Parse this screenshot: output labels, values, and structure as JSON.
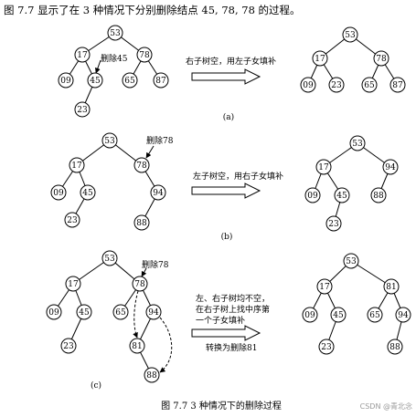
{
  "intro_text": "图 7.7 显示了在 3 种情况下分别删除结点 45, 78, 78 的过程。",
  "figure_caption": "图 7.7   3 种情况下的删除过程",
  "watermark": "CSDN @青北念",
  "panels": [
    {
      "id": "a",
      "label": "(a)",
      "delete_note": "删除45",
      "description": [
        "右子树空，用左子女填补"
      ],
      "before_nodes": [
        "53",
        "17",
        "78",
        "09",
        "45",
        "65",
        "87",
        "23"
      ],
      "after_nodes": [
        "53",
        "17",
        "78",
        "09",
        "23",
        "65",
        "87"
      ]
    },
    {
      "id": "b",
      "label": "(b)",
      "delete_note": "删除78",
      "description": [
        "左子树空，用右子女填补"
      ],
      "before_nodes": [
        "53",
        "17",
        "78",
        "09",
        "45",
        "94",
        "23",
        "88"
      ],
      "after_nodes": [
        "53",
        "17",
        "94",
        "09",
        "45",
        "88",
        "23"
      ]
    },
    {
      "id": "c",
      "label": "(c)",
      "delete_note": "删除78",
      "description": [
        "左、右子树均不空，",
        "在右子树上找中序第",
        "一个子女填补"
      ],
      "convert_note": "转换为删除81",
      "before_nodes": [
        "53",
        "17",
        "78",
        "09",
        "45",
        "65",
        "94",
        "23",
        "81",
        "88"
      ],
      "after_nodes": [
        "53",
        "17",
        "81",
        "09",
        "45",
        "65",
        "94",
        "23",
        "88"
      ]
    }
  ]
}
